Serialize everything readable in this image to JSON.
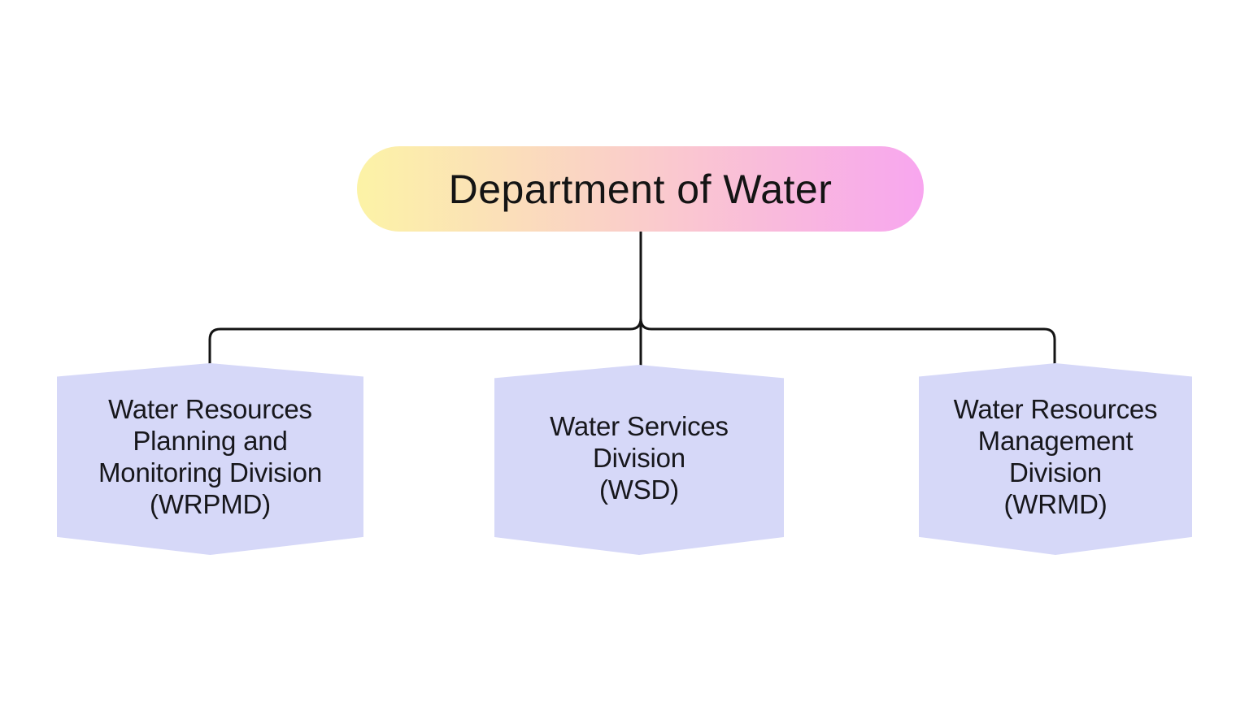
{
  "diagram": {
    "type": "org-chart",
    "root": {
      "label": "Department of Water"
    },
    "divisions": [
      {
        "name": "Water Resources Planning and Monitoring Division",
        "abbr": "WRPMD",
        "lines": [
          "Water Resources",
          "Planning and",
          "Monitoring Division",
          "(WRPMD)"
        ]
      },
      {
        "name": "Water Services Division",
        "abbr": "WSD",
        "lines": [
          "Water Services",
          "Division",
          "(WSD)"
        ]
      },
      {
        "name": "Water Resources Management Division",
        "abbr": "WRMD",
        "lines": [
          "Water Resources",
          "Management",
          "Division",
          "(WRMD)"
        ]
      }
    ],
    "connections": [
      {
        "from": "Department of Water",
        "to": "Water Resources Planning and Monitoring Division (WRPMD)"
      },
      {
        "from": "Department of Water",
        "to": "Water Services Division (WSD)"
      },
      {
        "from": "Department of Water",
        "to": "Water Resources Management Division (WRMD)"
      }
    ],
    "colors": {
      "background": "#FFFFFF",
      "root_gradient_from": "#FCF3A6",
      "root_gradient_to": "#F8A6EF",
      "division_fill": "#D6D8F8",
      "connector": "#141414",
      "title_text": "#141414",
      "node_text": "#17171C"
    }
  }
}
